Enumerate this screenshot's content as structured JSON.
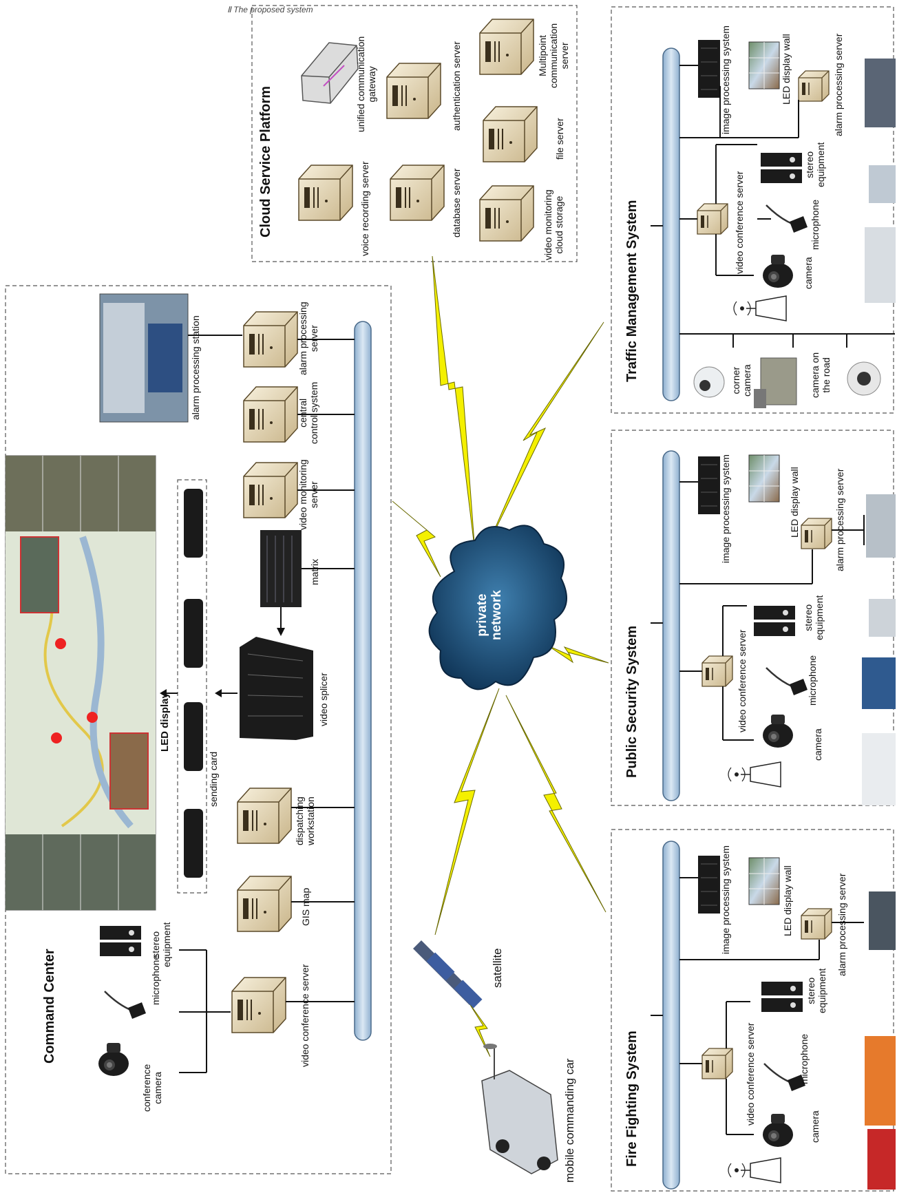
{
  "header_text": "Ⅱ The proposed system",
  "command_center": {
    "title": "Command Center",
    "conference_camera": "conference\ncamera",
    "microphone": "microphone",
    "stereo_equipment": "stereo\nequipment",
    "video_conference_server": "video conference server",
    "gis_map": "GIS map",
    "dispatching_workstation": "dispatching\nworkstation",
    "led_display": "LED display",
    "sending_card": "sending card",
    "video_splicer": "video splicer",
    "matrix": "matrix",
    "video_monitoring_server": "video monitoring\nserver",
    "central_control_system": "central\ncontrol system",
    "alarm_processing_server": "alarm processing\nserver",
    "alarm_processing_station": "alarm processing station"
  },
  "cloud_platform": {
    "title": "Cloud Service Platform",
    "voice_recording_server": "voice recording server",
    "unified_gateway": "unified communication\ngateway",
    "database_server": "database server",
    "authentication_server": "authentication server",
    "video_monitoring_cloud_storage": "video monitoring\ncloud storage",
    "file_server": "file server",
    "multipoint_server": "Multipoint\ncommunication\nserver"
  },
  "network": {
    "private_network": "private\nnetwork",
    "satellite": "satellite",
    "mobile_car": "mobile commanding car"
  },
  "traffic": {
    "title": "Traffic Management System",
    "image_processing_system": "image processing system",
    "led_display_wall": "LED display wall",
    "alarm_processing_server": "alarm processing server",
    "video_conference_server": "video conference server",
    "stereo_equipment": "stereo\nequipment",
    "camera": "camera",
    "microphone": "microphone",
    "corner_camera": "corner\ncamera",
    "camera_on_road": "camera on\nthe road"
  },
  "public_security": {
    "title": "Public Security System",
    "image_processing_system": "image processing system",
    "led_display_wall": "LED display wall",
    "alarm_processing_server": "alarm processing server",
    "video_conference_server": "video conference server",
    "stereo_equipment": "stereo\nequipment",
    "camera": "camera",
    "microphone": "microphone"
  },
  "fire_fighting": {
    "title": "Fire Fighting System",
    "image_processing_system": "image processing system",
    "led_display_wall": "LED display wall",
    "alarm_processing_server": "alarm processing server",
    "video_conference_server": "video conference server",
    "stereo_equipment": "stereo\nequipment",
    "camera": "camera",
    "microphone": "microphone"
  },
  "colors": {
    "bus_fill": "#b9cfe3",
    "bus_stroke": "#4a6a8a",
    "lightning": "#f4f000",
    "server_body": "#e8dcc0",
    "cloud_fill": "#1f4f78"
  },
  "icons": [
    "server-icon",
    "cloud-icon",
    "lightning-icon",
    "camera-icon",
    "microphone-icon",
    "speaker-icon",
    "antenna-icon",
    "satellite-icon",
    "car-icon",
    "display-icon"
  ]
}
